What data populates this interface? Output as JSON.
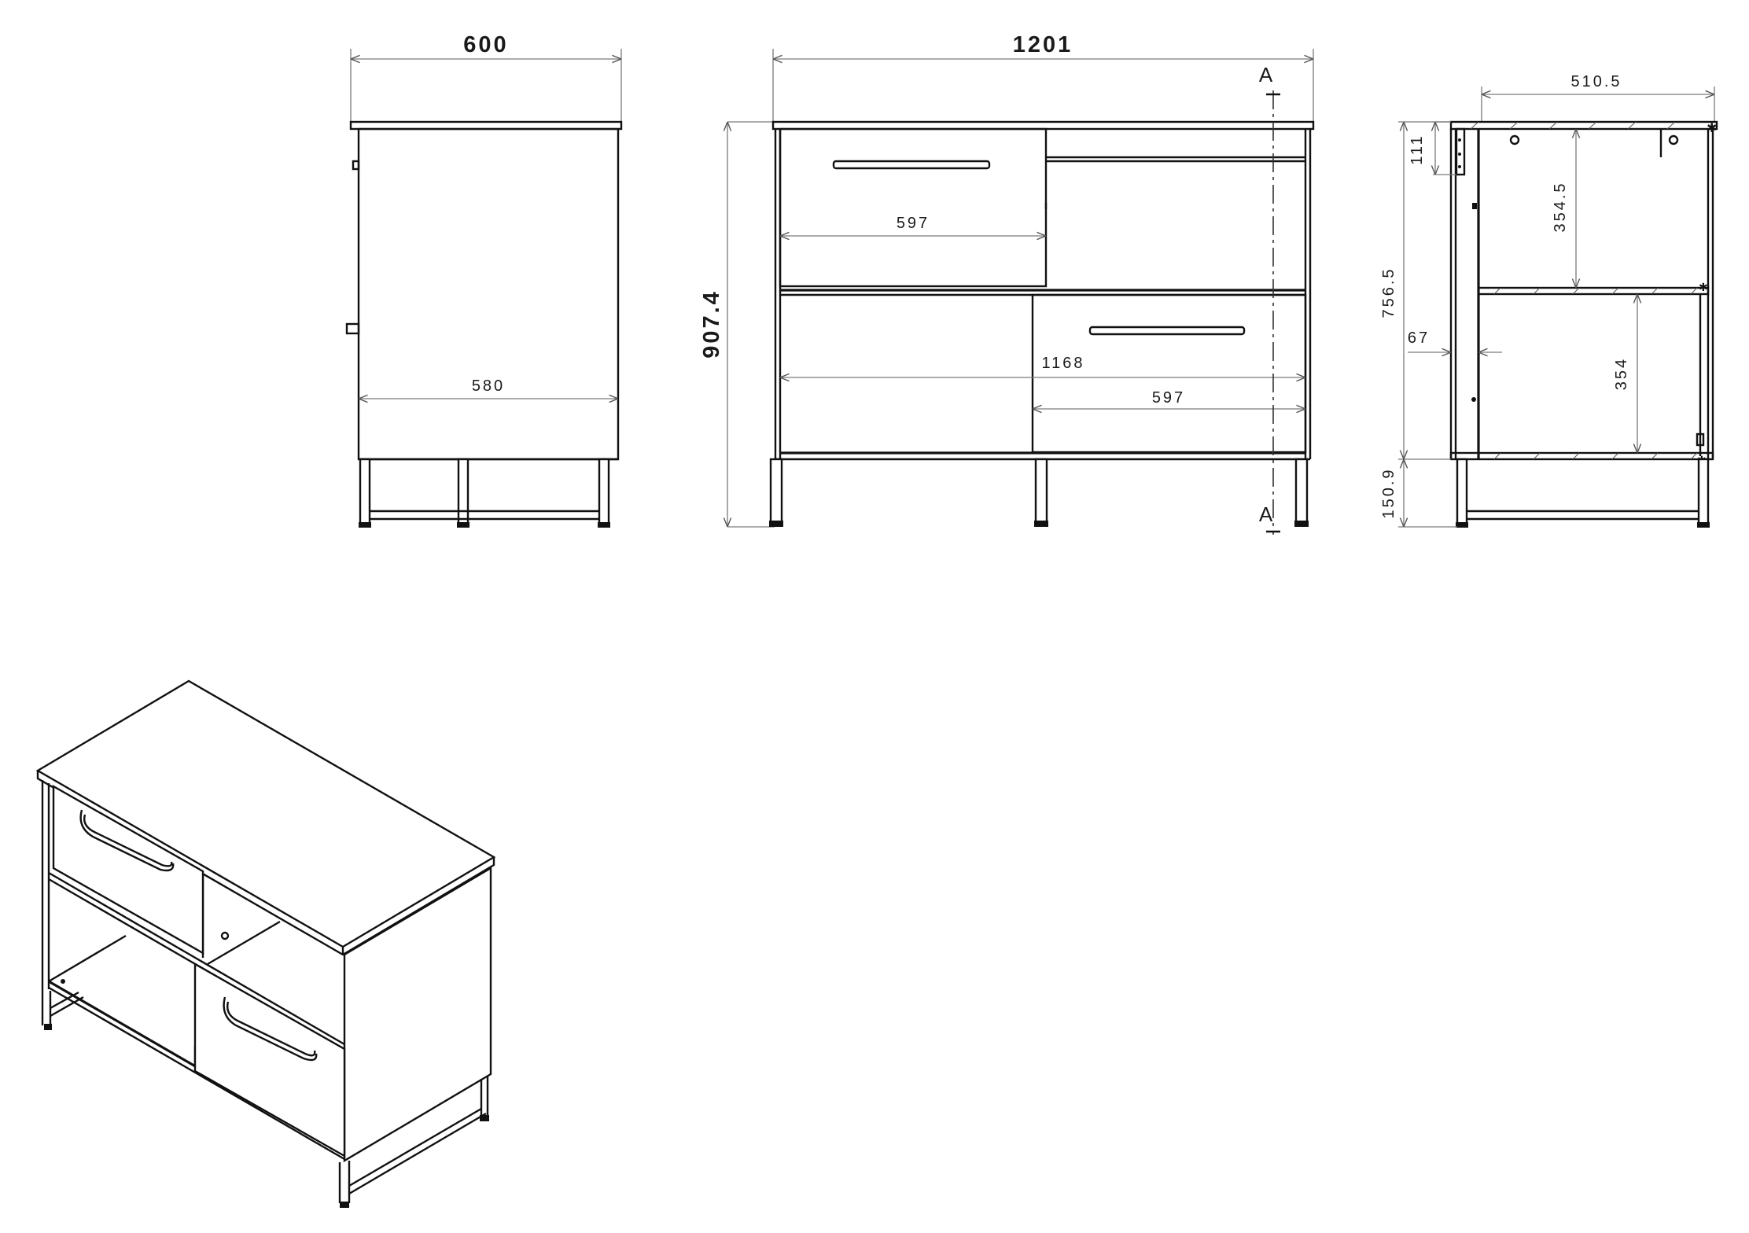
{
  "dimensions": {
    "side_width": "600",
    "side_inner_width": "580",
    "front_width": "1201",
    "front_height": "907.4",
    "drawer_top_width": "597",
    "front_inner_width": "1168",
    "drawer_bottom_width": "597",
    "section_depth": "510.5",
    "top_offset": "111",
    "upper_compartment": "354.5",
    "body_height": "756.5",
    "panel_offset": "67",
    "lower_compartment": "354",
    "leg_height": "150.9"
  },
  "section_marker": {
    "top": "A",
    "bottom": "A"
  },
  "colors": {
    "line": "#111111",
    "dimension_line": "#7a7a7a",
    "background": "#ffffff"
  }
}
